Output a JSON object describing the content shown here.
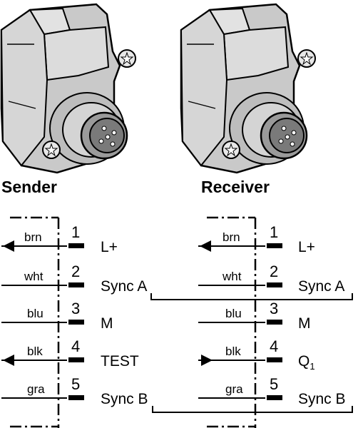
{
  "headings": {
    "sender": "Sender",
    "receiver": "Receiver"
  },
  "sender": {
    "pins": [
      {
        "pin": "1",
        "color": "brn",
        "signal": "L+",
        "arrow": "out"
      },
      {
        "pin": "2",
        "color": "wht",
        "signal": "Sync A",
        "arrow": "none"
      },
      {
        "pin": "3",
        "color": "blu",
        "signal": "M",
        "arrow": "none"
      },
      {
        "pin": "4",
        "color": "blk",
        "signal": "TEST",
        "arrow": "out"
      },
      {
        "pin": "5",
        "color": "gra",
        "signal": "Sync B",
        "arrow": "none"
      }
    ]
  },
  "receiver": {
    "pins": [
      {
        "pin": "1",
        "color": "brn",
        "signal": "L+",
        "arrow": "out"
      },
      {
        "pin": "2",
        "color": "wht",
        "signal": "Sync A",
        "arrow": "none"
      },
      {
        "pin": "3",
        "color": "blu",
        "signal": "M",
        "arrow": "none"
      },
      {
        "pin": "4",
        "color": "blk",
        "signal": "Q",
        "signal_sub": "1",
        "arrow": "in"
      },
      {
        "pin": "5",
        "color": "gra",
        "signal": "Sync B",
        "arrow": "none"
      }
    ]
  }
}
